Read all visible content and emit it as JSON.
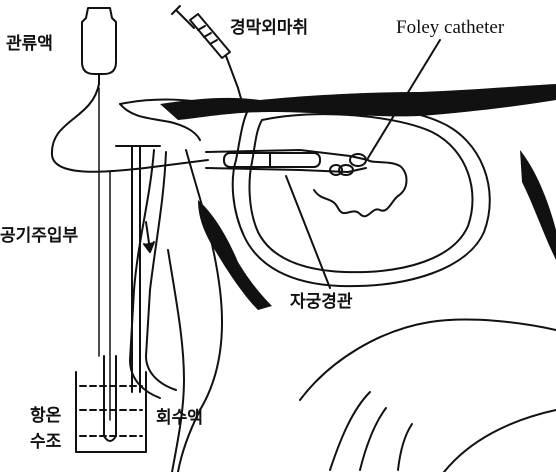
{
  "labels": {
    "perfusate": "관류액",
    "epidural_anesthesia": "경막외마취",
    "foley_catheter": "Foley catheter",
    "air_injection": "공기주입부",
    "cervical_canal": "자궁경관",
    "thermostatic_bath_line1": "항온",
    "thermostatic_bath_line2": "수조",
    "recovered_fluid": "회수액"
  },
  "colors": {
    "ink": "#111111",
    "background": "#ffffff"
  },
  "icons": {
    "syringe": "syringe-icon",
    "iv_bag": "iv-bag-icon",
    "flow_arrow": "arrow-down-icon"
  }
}
